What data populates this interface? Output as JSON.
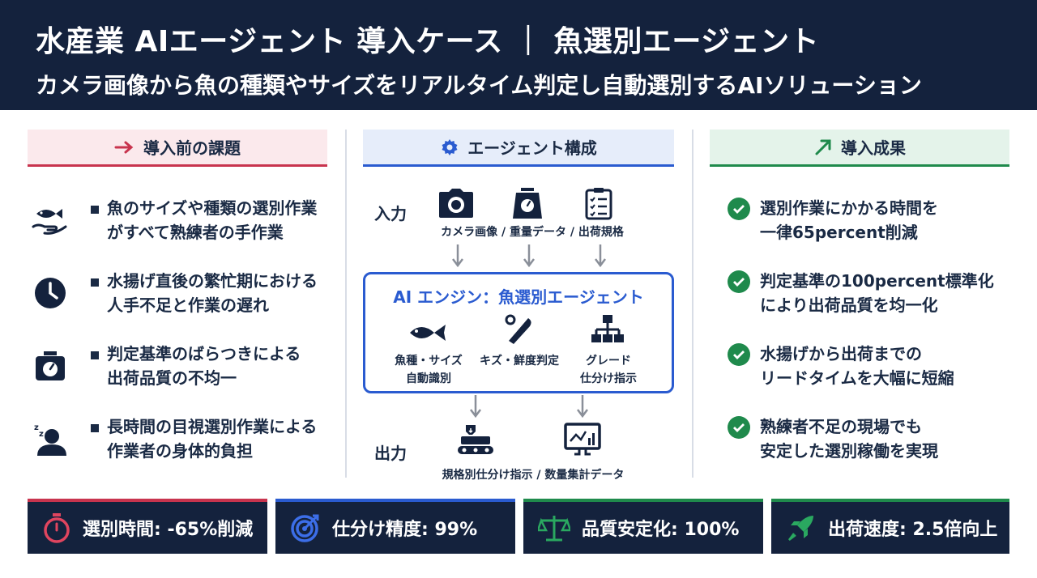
{
  "header": {
    "title": "水産業 AIエージェント 導入ケース ｜ 魚選別エージェント",
    "subtitle": "カメラ画像から魚の種類やサイズをリアルタイム判定し自動選別するAIソリューション"
  },
  "before": {
    "heading": "導入前の課題",
    "items": [
      {
        "icon": "fish-hand-icon",
        "line1": "魚のサイズや種類の選別作業",
        "line2": "がすべて熟練者の手作業"
      },
      {
        "icon": "clock-icon",
        "line1": "水揚げ直後の繁忙期における",
        "line2": "人手不足と作業の遅れ"
      },
      {
        "icon": "scale-icon",
        "line1": "判定基準のばらつきによる",
        "line2": "出荷品質の不均一"
      },
      {
        "icon": "tired-worker-icon",
        "line1": "長時間の目視選別作業による",
        "line2": "作業者の身体的負担"
      }
    ]
  },
  "agent": {
    "heading": "エージェント構成",
    "input_label": "入力",
    "input_caption": "カメラ画像 / 重量データ / 出荷規格",
    "engine_title": "AI エンジン：魚選別エージェント",
    "engine_items": [
      {
        "icon": "fish-icon",
        "line1": "魚種・サイズ",
        "line2": "自動識別"
      },
      {
        "icon": "knife-icon",
        "line1": "キズ・鮮度判定",
        "line2": ""
      },
      {
        "icon": "hierarchy-icon",
        "line1": "グレード",
        "line2": "仕分け指示"
      }
    ],
    "output_label": "出力",
    "output_caption": "規格別仕分け指示 / 数量集計データ"
  },
  "after": {
    "heading": "導入成果",
    "items": [
      {
        "line1": "選別作業にかかる時間を",
        "line2": "一律65percent削減"
      },
      {
        "line1": "判定基準の100percent標準化",
        "line2": "により出荷品質を均一化"
      },
      {
        "line1": "水揚げから出荷までの",
        "line2": "リードタイムを大幅に短縮"
      },
      {
        "line1": "熟練者不足の現場でも",
        "line2": "安定した選別稼働を実現"
      }
    ]
  },
  "kpis": [
    {
      "icon": "stopwatch-icon",
      "text": "選別時間: -65%削減"
    },
    {
      "icon": "target-icon",
      "text": "仕分け精度: 99%"
    },
    {
      "icon": "balance-icon",
      "text": "品質安定化: 100%"
    },
    {
      "icon": "rocket-icon",
      "text": "出荷速度: 2.5倍向上"
    }
  ],
  "colors": {
    "navy": "#14223d",
    "red": "#c8344e",
    "blue": "#2a5bd0",
    "green": "#1f8a4c"
  }
}
